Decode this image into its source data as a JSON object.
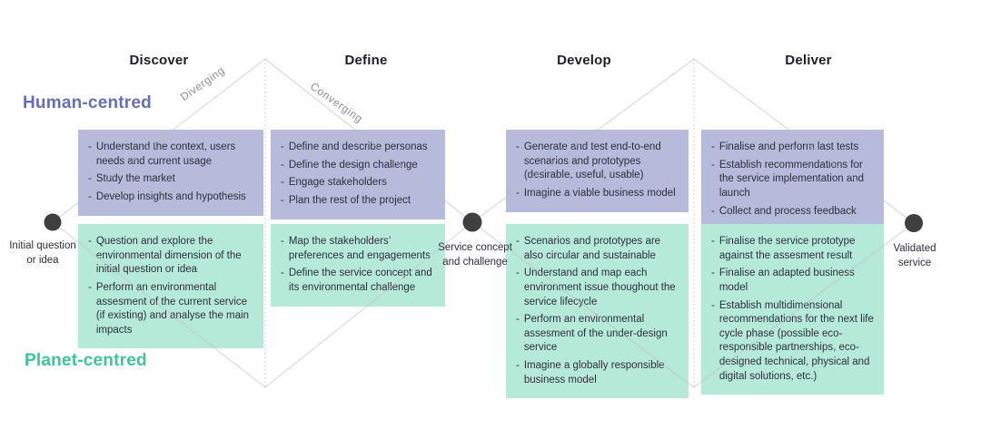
{
  "tracks": {
    "human": "Human-centred",
    "planet": "Planet-centred"
  },
  "annotations": {
    "diverging": "Diverging",
    "converging": "Converging"
  },
  "milestones": {
    "initial": "Initial question or idea",
    "middle": "Service concept and challenge",
    "final": "Validated service"
  },
  "phases": [
    {
      "name": "Discover",
      "human": [
        "Understand the context, users needs and current usage",
        "Study the market",
        "Develop insights and hypothesis"
      ],
      "planet": [
        "Question and explore the environmental dimension of the initial question or idea",
        "Perform an environmental assesment of the current service (if existing) and analyse the main impacts"
      ]
    },
    {
      "name": "Define",
      "human": [
        "Define and describe personas",
        "Define the design challenge",
        "Engage stakeholders",
        "Plan the rest of the project"
      ],
      "planet": [
        "Map the stakeholders’ preferences and engagements",
        "Define the service concept and its environmental challenge"
      ]
    },
    {
      "name": "Develop",
      "human": [
        "Generate and test end-to-end scenarios and prototypes (desirable, useful, usable)",
        "Imagine a viable business model"
      ],
      "planet": [
        "Scenarios and prototypes are also circular and sustainable",
        "Understand and map each environment issue thoughout the service lifecycle",
        "Perform an environmental assesment of the under-design service",
        "Imagine a globally responsible business model"
      ]
    },
    {
      "name": "Deliver",
      "human": [
        "Finalise and perform last tests",
        "Establish recommendations for the service implementation and launch",
        "Collect and process feedback"
      ],
      "planet": [
        "Finalise the service prototype against the assesment result",
        "Finalise an adapted business model",
        "Establish multidimensional recommendations for the next life cycle phase (possible eco-responsible partnerships, eco-designed technical, physical and digital solutions, etc.)"
      ]
    }
  ],
  "colors": {
    "human_box": "#b6badb",
    "planet_box": "#b5ead9",
    "human_label": "#666fb4",
    "planet_label": "#3ec695",
    "text": "#2e2e3a",
    "line": "#c4c4c4",
    "dot": "#3f3f3f"
  }
}
